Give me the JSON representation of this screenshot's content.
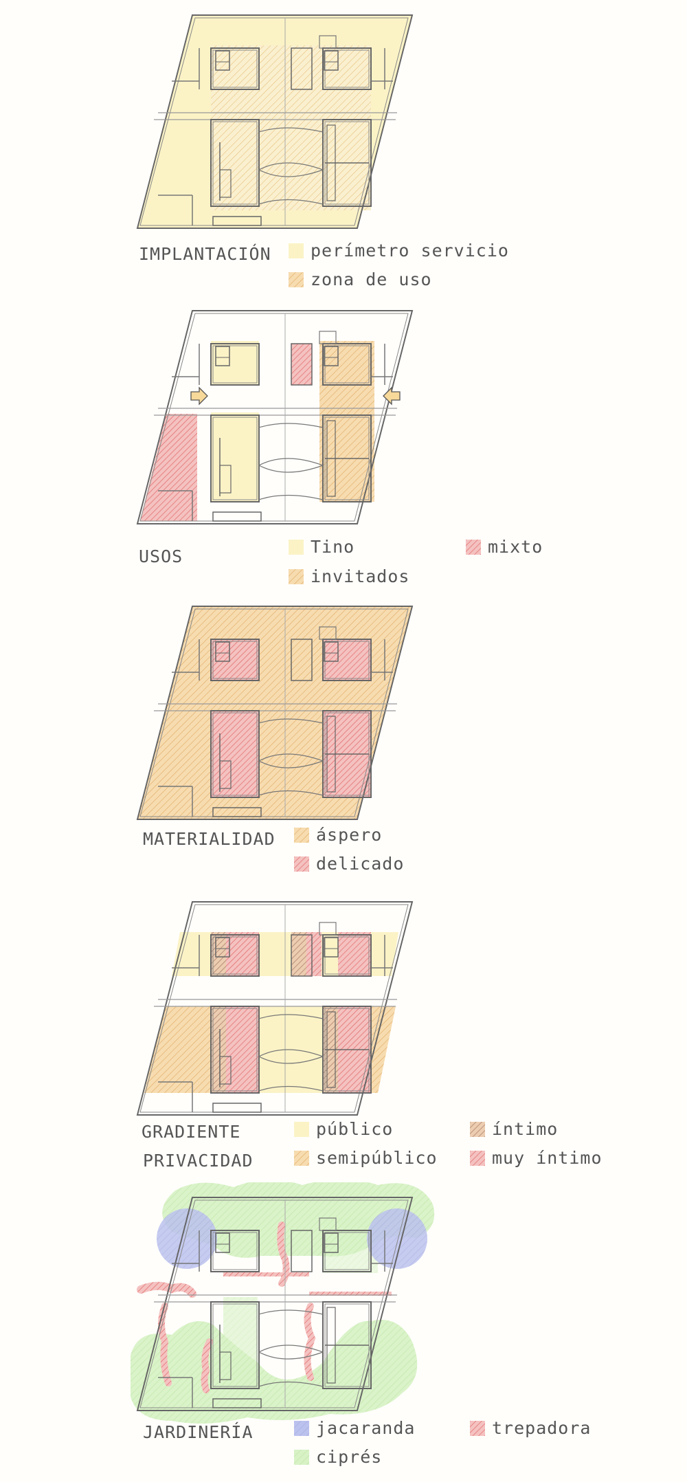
{
  "panels": [
    {
      "label": "IMPLANTACIÓN",
      "legend": [
        "perímetro servicio",
        "zona de uso"
      ]
    },
    {
      "label": "USOS",
      "legend": [
        "Tino",
        "invitados",
        "mixto"
      ]
    },
    {
      "label": "MATERIALIDAD",
      "legend": [
        "áspero",
        "delicado"
      ]
    },
    {
      "label1": "GRADIENTE",
      "label2": "PRIVACIDAD",
      "legend": [
        "público",
        "semipúblico",
        "íntimo",
        "muy íntimo"
      ]
    },
    {
      "label": "JARDINERÍA",
      "legend": [
        "jacaranda",
        "ciprés",
        "trepadora"
      ]
    }
  ],
  "colors": {
    "yellow": "#fbf3c6",
    "orange": "#f6d6a4",
    "orangeHatch": "#e0b070",
    "red": "#f1b6b4",
    "redHatch": "#e06464",
    "brownHatch": "#b48070",
    "blue": "#b9bfec",
    "green": "#d5f0c2"
  }
}
